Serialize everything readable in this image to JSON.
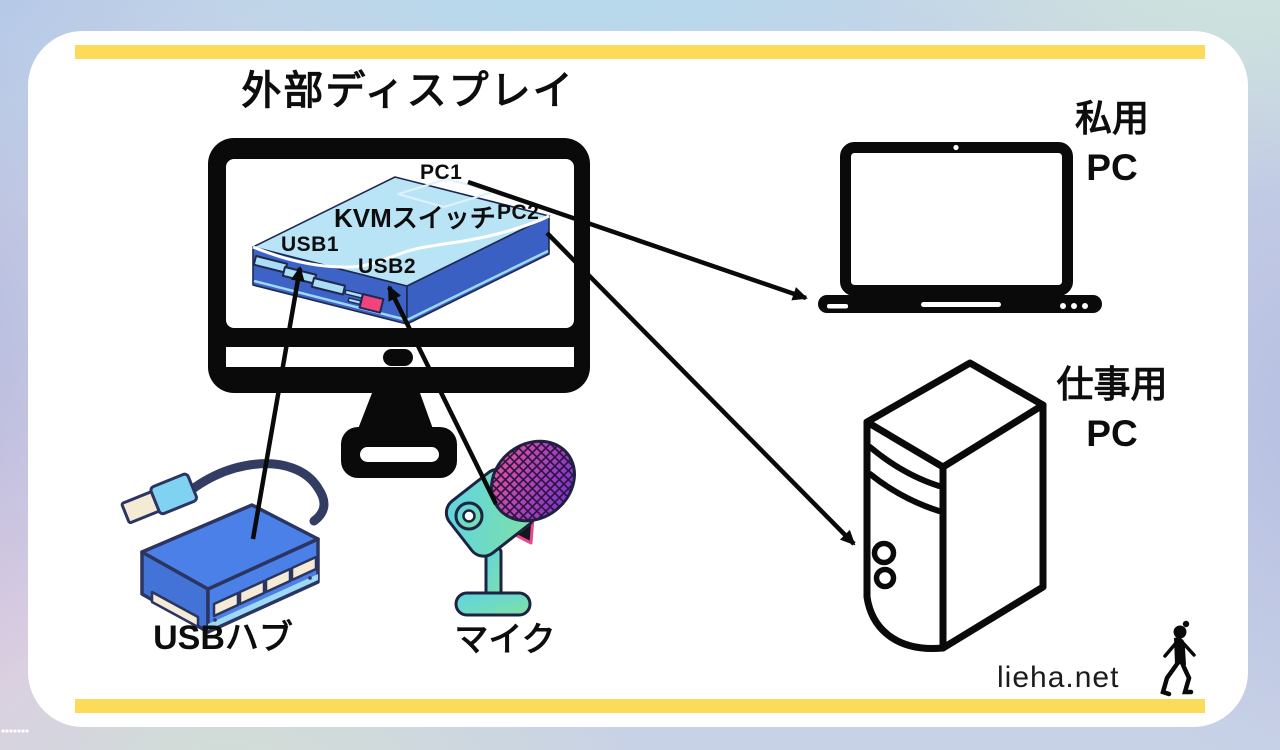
{
  "diagram": {
    "title": "外部ディスプレイ",
    "kvm": {
      "label": "KVMスイッチ",
      "port_pc1": "PC1",
      "port_pc2": "PC2",
      "port_usb1": "USB1",
      "port_usb2": "USB2"
    },
    "devices": {
      "laptop": {
        "label_line1": "私用",
        "label_line2": "PC"
      },
      "tower": {
        "label_line1": "仕事用",
        "label_line2": "PC"
      },
      "usb_hub": {
        "label": "USBハブ"
      },
      "microphone": {
        "label": "マイク"
      }
    },
    "connections": [
      {
        "from": "USBハブ",
        "to": "USB1"
      },
      {
        "from": "マイク",
        "to": "USB2"
      },
      {
        "from": "PC1",
        "to": "私用PC"
      },
      {
        "from": "PC2",
        "to": "仕事用PC"
      }
    ]
  },
  "watermark": "lieha.net",
  "colors": {
    "accent_yellow": "#fcdb58",
    "kvm_top": "#b9e4f5",
    "kvm_side_left": "#3d63c6",
    "kvm_side_right": "#3a60c4",
    "kvm_slot": "#abdef4",
    "kvm_button": "#f2447c",
    "hub_body": "#4a80e8",
    "hub_port": "#f4ead6",
    "hub_cable": "#333d63",
    "mic_teal_start": "#5fd4e4",
    "mic_teal_end": "#7fe0a4",
    "mic_head_pink": "#ee5798",
    "mic_head_purple": "#8136cc",
    "mic_rim_pink": "#e8498a",
    "line_black": "#0a0a0a"
  }
}
